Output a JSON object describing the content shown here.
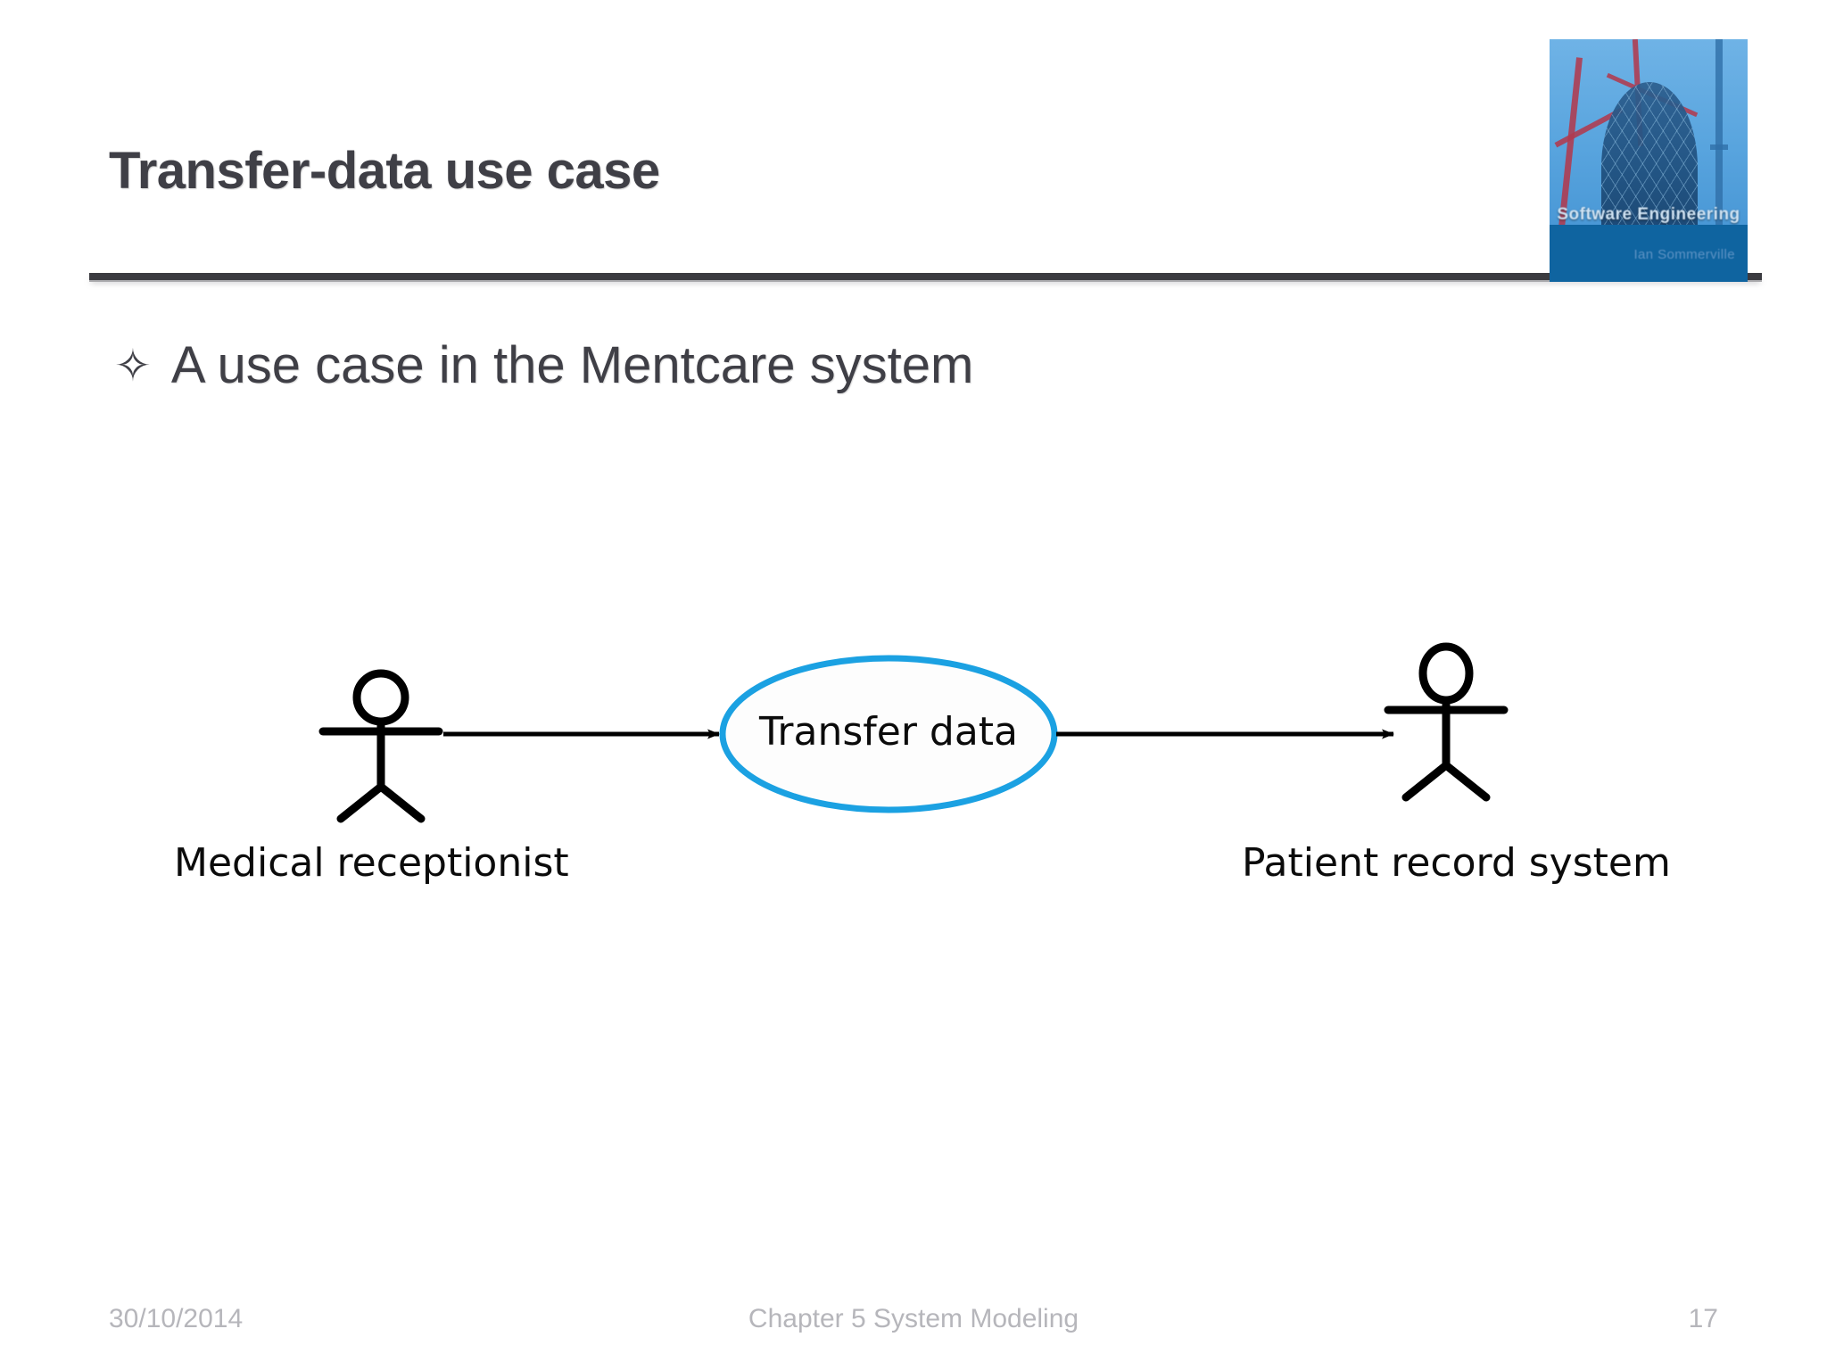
{
  "slide": {
    "title": "Transfer-data use case",
    "bullet_glyph": "✧",
    "bullet_text": "A use case in the Mentcare system"
  },
  "book_cover": {
    "title": "Software Engineering",
    "author": "Ian Sommerville"
  },
  "diagram": {
    "type": "uml-use-case",
    "use_case": {
      "label": "Transfer data",
      "shape": "ellipse",
      "stroke_color": "#1ba1e2",
      "fill_color": "#fdfdfd"
    },
    "actors": [
      {
        "name": "Medical receptionist",
        "side": "left"
      },
      {
        "name": "Patient record system",
        "side": "right"
      }
    ],
    "associations": [
      {
        "from": "Medical receptionist",
        "to": "Transfer data",
        "arrow": "filled-triangle"
      },
      {
        "from": "Transfer data",
        "to": "Patient record system",
        "arrow": "filled-triangle"
      }
    ]
  },
  "footer": {
    "date": "30/10/2014",
    "chapter": "Chapter 5 System Modeling",
    "page": "17"
  },
  "colors": {
    "title_gray": "#3f3f46",
    "accent_blue": "#1ba1e2",
    "footer_gray": "#b6b6bb",
    "rule_dark": "#3b3b40"
  }
}
